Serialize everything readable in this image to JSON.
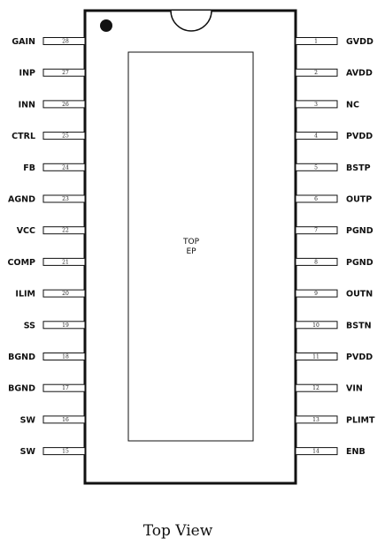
{
  "diagram": {
    "body_fill": "#ffffff",
    "stroke_color": "#111111",
    "exposed_pad": {
      "line1": "TOP",
      "line2": "EP"
    },
    "pin1_marker": "filled-dot",
    "notch": "semicircle",
    "caption": "Top View",
    "left_pins": [
      {
        "num": "28",
        "name": "GAIN"
      },
      {
        "num": "27",
        "name": "INP"
      },
      {
        "num": "26",
        "name": "INN"
      },
      {
        "num": "25",
        "name": "CTRL"
      },
      {
        "num": "24",
        "name": "FB"
      },
      {
        "num": "23",
        "name": "AGND"
      },
      {
        "num": "22",
        "name": "VCC"
      },
      {
        "num": "21",
        "name": "COMP"
      },
      {
        "num": "20",
        "name": "ILIM"
      },
      {
        "num": "19",
        "name": "SS"
      },
      {
        "num": "18",
        "name": "BGND"
      },
      {
        "num": "17",
        "name": "BGND"
      },
      {
        "num": "16",
        "name": "SW"
      },
      {
        "num": "15",
        "name": "SW"
      }
    ],
    "right_pins": [
      {
        "num": "1",
        "name": "GVDD"
      },
      {
        "num": "2",
        "name": "AVDD"
      },
      {
        "num": "3",
        "name": "NC"
      },
      {
        "num": "4",
        "name": "PVDD"
      },
      {
        "num": "5",
        "name": "BSTP"
      },
      {
        "num": "6",
        "name": "OUTP"
      },
      {
        "num": "7",
        "name": "PGND"
      },
      {
        "num": "8",
        "name": "PGND"
      },
      {
        "num": "9",
        "name": "OUTN"
      },
      {
        "num": "10",
        "name": "BSTN"
      },
      {
        "num": "11",
        "name": "PVDD"
      },
      {
        "num": "12",
        "name": "VIN"
      },
      {
        "num": "13",
        "name": "PLIMT"
      },
      {
        "num": "14",
        "name": "ENB"
      }
    ]
  }
}
